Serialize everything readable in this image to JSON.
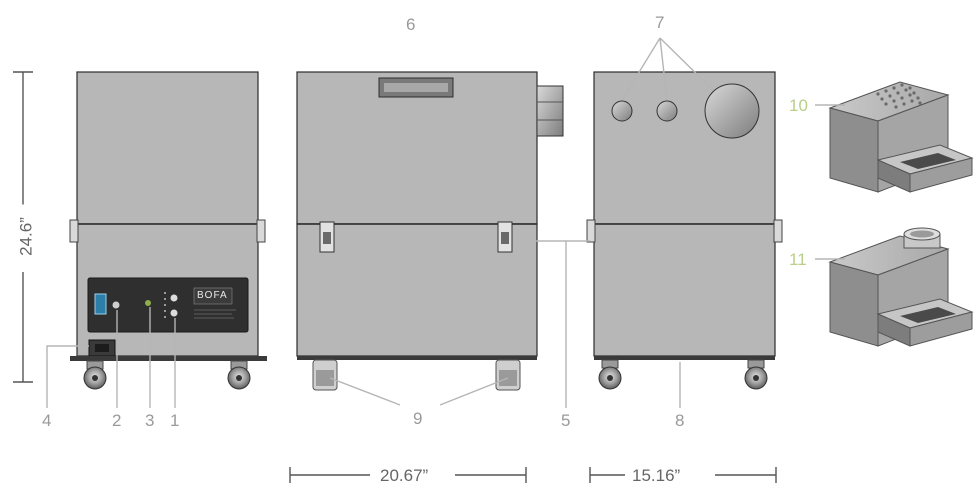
{
  "callouts": {
    "c1": "1",
    "c2": "2",
    "c3": "3",
    "c4": "4",
    "c5": "5",
    "c6": "6",
    "c7": "7",
    "c8": "8",
    "c9": "9",
    "c10": "10",
    "c11": "11"
  },
  "dimensions": {
    "height": "24.6”",
    "width_front": "20.67”",
    "depth_side": "15.16”"
  },
  "panel": {
    "brand": "BOFA"
  },
  "colors": {
    "body": "#b7b7b7",
    "outline": "#2c2c2c",
    "panel": "#2f2f2f",
    "callout": "#9a9a9a",
    "callout_accent": "#b9cf8a"
  }
}
